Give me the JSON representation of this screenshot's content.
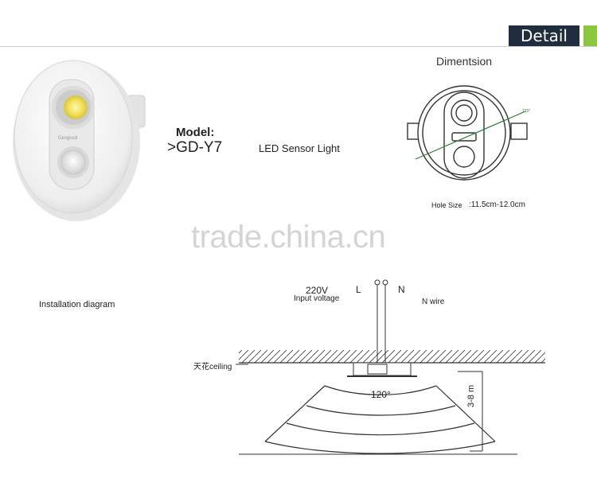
{
  "header": {
    "badge_label": "Detail",
    "badge_color": "#1f2d3f",
    "accent_color": "#8cc63f"
  },
  "product": {
    "brand_logo": "Gesgood",
    "model_label": "Model:",
    "model_code": ">GD-Y7",
    "name": "LED Sensor Light"
  },
  "dimension": {
    "title": "Dimentsion",
    "callout": "120°",
    "hole_label": "Hole Size",
    "hole_value": ":11.5cm-12.0cm"
  },
  "watermark": "trade.china.cn",
  "installation": {
    "title": "Installation diagram",
    "voltage": "220V",
    "voltage_caption": "Input voltage",
    "live_label": "L",
    "neutral_label": "N",
    "neutral_caption": "N wire",
    "ceiling_label": "天花ceiling",
    "angle_label": "120°",
    "range_label": "3-8 m"
  }
}
